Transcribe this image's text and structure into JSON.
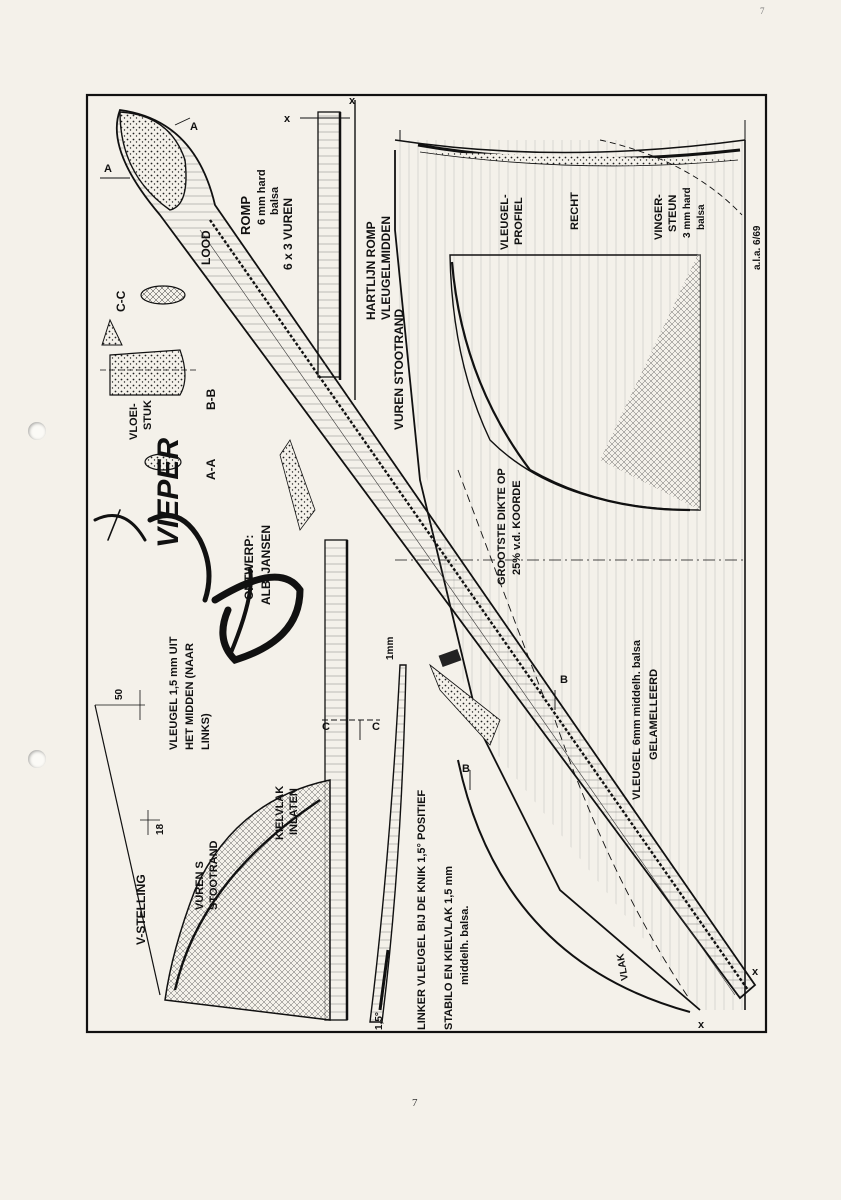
{
  "corner_mark": "7",
  "page_number": "7",
  "logo": {
    "name": "VIEPER",
    "icon": "viper-script-logo"
  },
  "labels": {
    "ontwerp": "ONTWERP:",
    "designer": "ALB. JANSEN",
    "romp": "ROMP",
    "romp_spec1": "6 mm hard",
    "romp_spec2": "balsa",
    "lood": "LOOD",
    "vuren_6x3": "6 x 3 VUREN",
    "hartlijn_romp": "HARTLIJN ROMP",
    "vleugel_midden": "VLEUGELMIDDEN",
    "vuren_stootrand": "VUREN STOOTRAND",
    "vleugel_profiel_1": "VLEUGEL-",
    "vleugel_profiel_2": "PROFIEL",
    "recht": "RECHT",
    "vingersteun_1": "VINGER-",
    "vingersteun_2": "STEUN",
    "vingersteun_3": "3 mm hard",
    "vingersteun_4": "balsa",
    "ala": "a.l.a. 6/69",
    "grootste_dikte_1": "GROOTSTE DIKTE OP",
    "grootste_dikte_2": "25% v.d. KOORDE",
    "vleugel_6mm": "VLEUGEL 6mm middelh. balsa",
    "gelamelleerd": "GELAMELLEERD",
    "vlak": "VLAK",
    "section_aa": "A-A",
    "section_bb": "B-B",
    "section_cc": "C-C",
    "vloeistuk_1": "VLOEI-",
    "vloeistuk_2": "STUK",
    "vleugel_uit_1": "VLEUGEL 1,5 mm UIT",
    "vleugel_uit_2": "HET MIDDEN (NAAR",
    "vleugel_uit_3": "LINKS)",
    "dim_50": "50",
    "dim_18": "18",
    "v_stelling": "V-STELLING",
    "vuren_s_1": "VUREN S",
    "vuren_s_2": "STOOTRAND",
    "kielvlak_1": "KIELVLAK",
    "kielvlak_2": "INLATEN",
    "dim_1mm": "1mm",
    "dim_15deg": "1,5°",
    "linker_vleugel": "LINKER VLEUGEL BIJ DE KNIK 1,5° POSITIEF",
    "stabilo_1": "STABILO EN KIELVLAK 1,5 mm",
    "stabilo_2": "middelh. balsa.",
    "mark_a": "A",
    "mark_b": "B",
    "mark_c": "C",
    "mark_x": "x"
  },
  "colors": {
    "paper": "#f4f1ea",
    "ink": "#1a1a1a"
  }
}
